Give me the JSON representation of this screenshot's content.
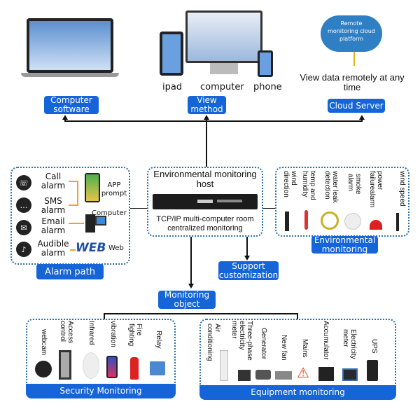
{
  "top": {
    "computer_software": "Computer software",
    "devices": {
      "ipad": "ipad",
      "computer": "computer",
      "phone": "phone"
    },
    "view_method": "View method",
    "cloud_text": "Remote monitoring cloud platform",
    "cloud_caption": "View data remotely at any time",
    "cloud_server": "Cloud Server"
  },
  "alarm": {
    "items": [
      "Call alarm",
      "SMS alarm",
      "Email alarm",
      "Audible alarm"
    ],
    "targets": [
      "APP prompt",
      "Computer",
      "Web"
    ],
    "label": "Alarm path"
  },
  "host": {
    "title": "Environmental monitoring host",
    "caption": "TCP/IP multi-computer room centralized monitoring"
  },
  "environment": {
    "items": [
      "wind direction",
      "temp and humidity",
      "water leak detection",
      "smoke alarm",
      "power failurealarm",
      "wind speed"
    ],
    "label": "Environmental monitoring"
  },
  "support": "Support customization",
  "monitoring_object": "Monitoring object",
  "security": {
    "items": [
      "webcam",
      "Access control",
      "Infrared",
      "vibration",
      "Fire fighting",
      "Relay"
    ],
    "label": "Security Monitoring"
  },
  "equipment": {
    "items": [
      "Air conditioning",
      "Three-phase electricity meter",
      "Generator",
      "New fan",
      "Mains",
      "Accumulator",
      "Electricity meter",
      "UPS"
    ],
    "label": "Equipment monitoring"
  },
  "colors": {
    "accent": "#1565d8",
    "border": "#2a6fa8",
    "alarm_line": "#f0a030"
  }
}
